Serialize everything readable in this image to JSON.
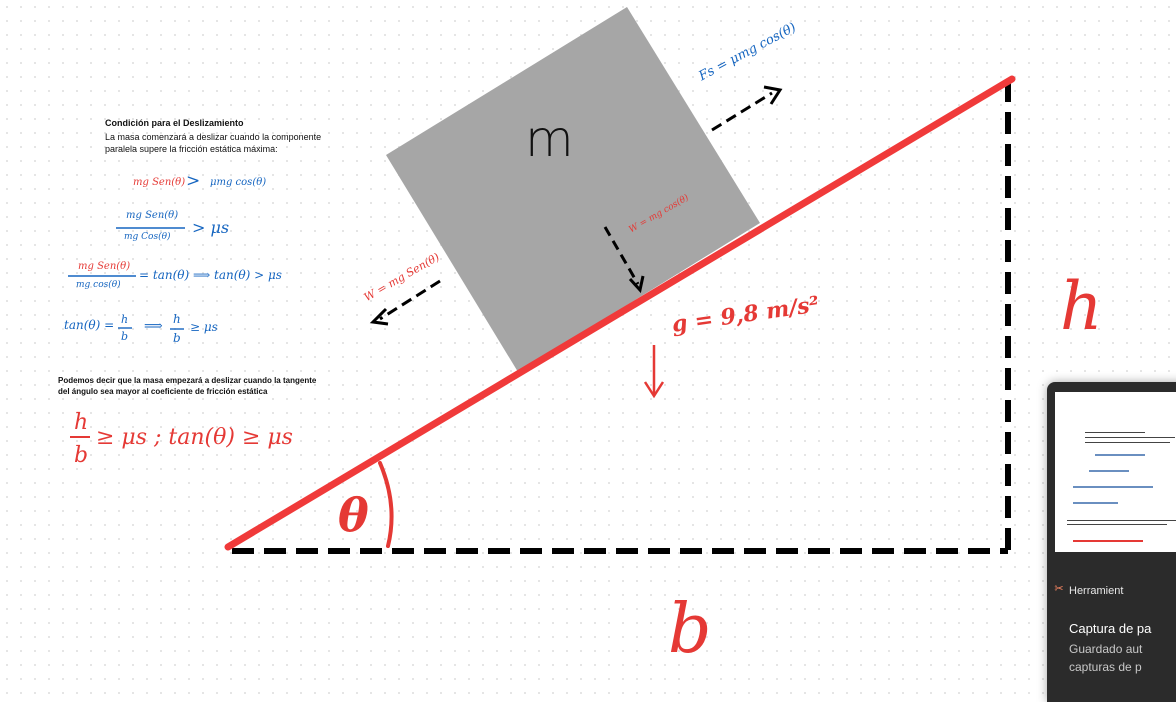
{
  "explanation": {
    "heading": "Condición para el Deslizamiento",
    "line1": "La masa comenzará a deslizar cuando la componente",
    "line2": "paralela supere la fricción estática máxima:"
  },
  "equations": {
    "eq1_left": "mg Sen(θ)",
    "eq1_op": ">",
    "eq1_right": "μmg cos(θ)",
    "eq2_num": "mg Sen(θ)",
    "eq2_den": "mg Cos(θ)",
    "eq2_rhs": "> μs",
    "eq3_num": "mg Sen(θ)",
    "eq3_den": "mg cos(θ)",
    "eq3_rhs": "= tan(θ) ⟹ tan(θ) > μs",
    "eq4_lhs": "tan(θ) =",
    "eq4_frac_num": "h",
    "eq4_frac_den": "b",
    "eq4_mid": "⟹",
    "eq4_rhs": "≥ μs"
  },
  "conclusion": {
    "line1": "Podemos decir que la masa empezará a deslizar cuando la tangente",
    "line2": "del ángulo sea mayor al coeficiente de fricción estática"
  },
  "result": {
    "frac_num": "h",
    "frac_den": "b",
    "text": "≥ μs ; tan(θ) ≥ μs"
  },
  "diagram": {
    "mass_label": "m",
    "friction_label": "Fs = μmg cos(θ)",
    "normal_label": "W = mg cos(θ)",
    "parallel_label": "W = mg Sen(θ)",
    "gravity_label": "g = 9,8 m/s²",
    "angle_label": "θ",
    "height_label": "h",
    "base_label": "b",
    "colors": {
      "incline": "#f03a3a",
      "block": "#a6a6a6",
      "dashed": "#000000",
      "blue_ink": "#1565c0",
      "red_ink": "#e53935"
    }
  },
  "notification": {
    "app_name": "Herramient",
    "title": "Captura de pa",
    "body_line1": "Guardado aut",
    "body_line2": "capturas de p"
  }
}
